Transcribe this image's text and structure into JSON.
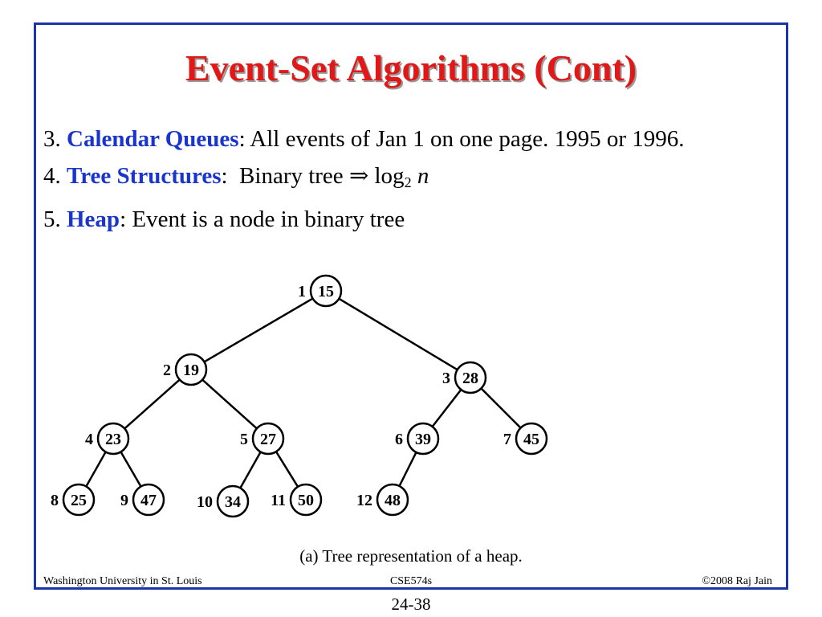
{
  "title": "Event-Set Algorithms (Cont)",
  "bullets": [
    {
      "num": "3.",
      "keyword": "Calendar Queues",
      "text": ": All events of Jan 1 on one page. 1995 or 1996."
    },
    {
      "num": "4.",
      "keyword": "Tree Structures",
      "text_before": ":  Binary tree ",
      "arrow": "⇒",
      "log": " log",
      "sub": "2",
      "var": "n"
    },
    {
      "num": "5.",
      "keyword": "Heap",
      "text": ": Event is a node in binary tree"
    }
  ],
  "tree": {
    "nodes": [
      {
        "index": "1",
        "value": "15"
      },
      {
        "index": "2",
        "value": "19"
      },
      {
        "index": "3",
        "value": "28"
      },
      {
        "index": "4",
        "value": "23"
      },
      {
        "index": "5",
        "value": "27"
      },
      {
        "index": "6",
        "value": "39"
      },
      {
        "index": "7",
        "value": "45"
      },
      {
        "index": "8",
        "value": "25"
      },
      {
        "index": "9",
        "value": "47"
      },
      {
        "index": "10",
        "value": "34"
      },
      {
        "index": "11",
        "value": "50"
      },
      {
        "index": "12",
        "value": "48"
      }
    ],
    "edges": [
      [
        0,
        1
      ],
      [
        0,
        2
      ],
      [
        1,
        3
      ],
      [
        1,
        4
      ],
      [
        2,
        5
      ],
      [
        2,
        6
      ],
      [
        3,
        7
      ],
      [
        3,
        8
      ],
      [
        4,
        9
      ],
      [
        4,
        10
      ],
      [
        5,
        11
      ]
    ]
  },
  "caption": "(a) Tree representation of a heap.",
  "footer": {
    "left": "Washington University in St. Louis",
    "center": "CSE574s",
    "right": "©2008 Raj Jain"
  },
  "slide_number": "24-38",
  "colors": {
    "title": "#e01818",
    "keyword": "#1a35cc",
    "frame": "#1a35a8"
  }
}
